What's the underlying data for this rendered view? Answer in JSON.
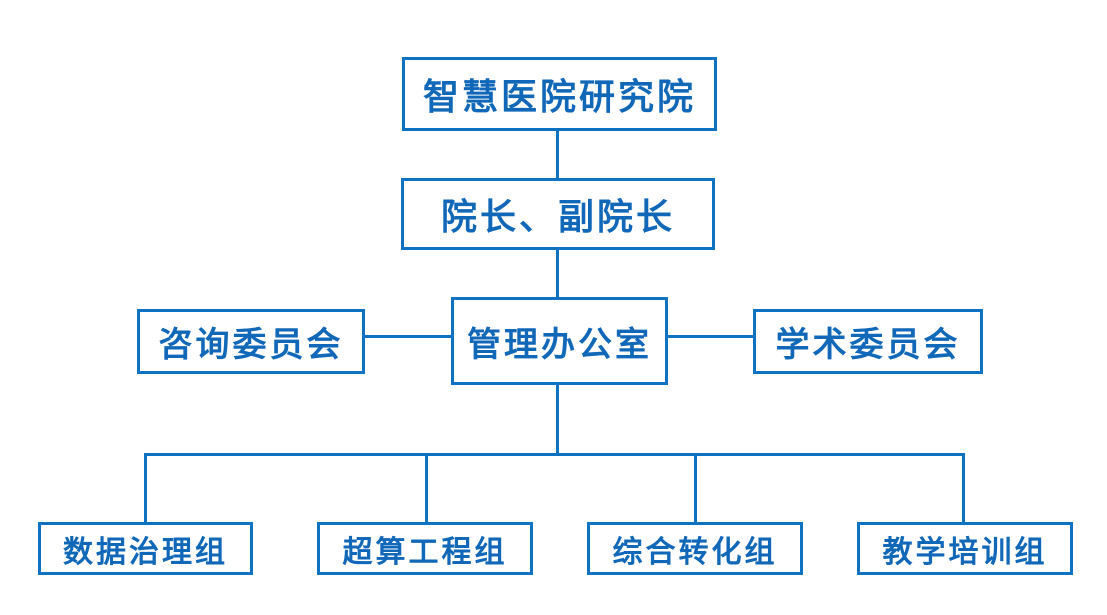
{
  "diagram": {
    "type": "org-chart",
    "accent_color": "#0e72c2",
    "text_color": "#1268b8",
    "background_color": "#ffffff",
    "nodes": {
      "root": {
        "label": "智慧医院研究院"
      },
      "leadership": {
        "label": "院长、副院长"
      },
      "advisory": {
        "label": "咨询委员会"
      },
      "office": {
        "label": "管理办公室"
      },
      "academic": {
        "label": "学术委员会"
      },
      "groups": [
        {
          "label": "数据治理组"
        },
        {
          "label": "超算工程组"
        },
        {
          "label": "综合转化组"
        },
        {
          "label": "教学培训组"
        }
      ]
    },
    "edges": [
      {
        "from": "root",
        "to": "leadership"
      },
      {
        "from": "leadership",
        "to": "office"
      },
      {
        "from": "advisory",
        "to": "office"
      },
      {
        "from": "office",
        "to": "academic"
      },
      {
        "from": "office",
        "to": "数据治理组"
      },
      {
        "from": "office",
        "to": "超算工程组"
      },
      {
        "from": "office",
        "to": "综合转化组"
      },
      {
        "from": "office",
        "to": "教学培训组"
      }
    ]
  }
}
